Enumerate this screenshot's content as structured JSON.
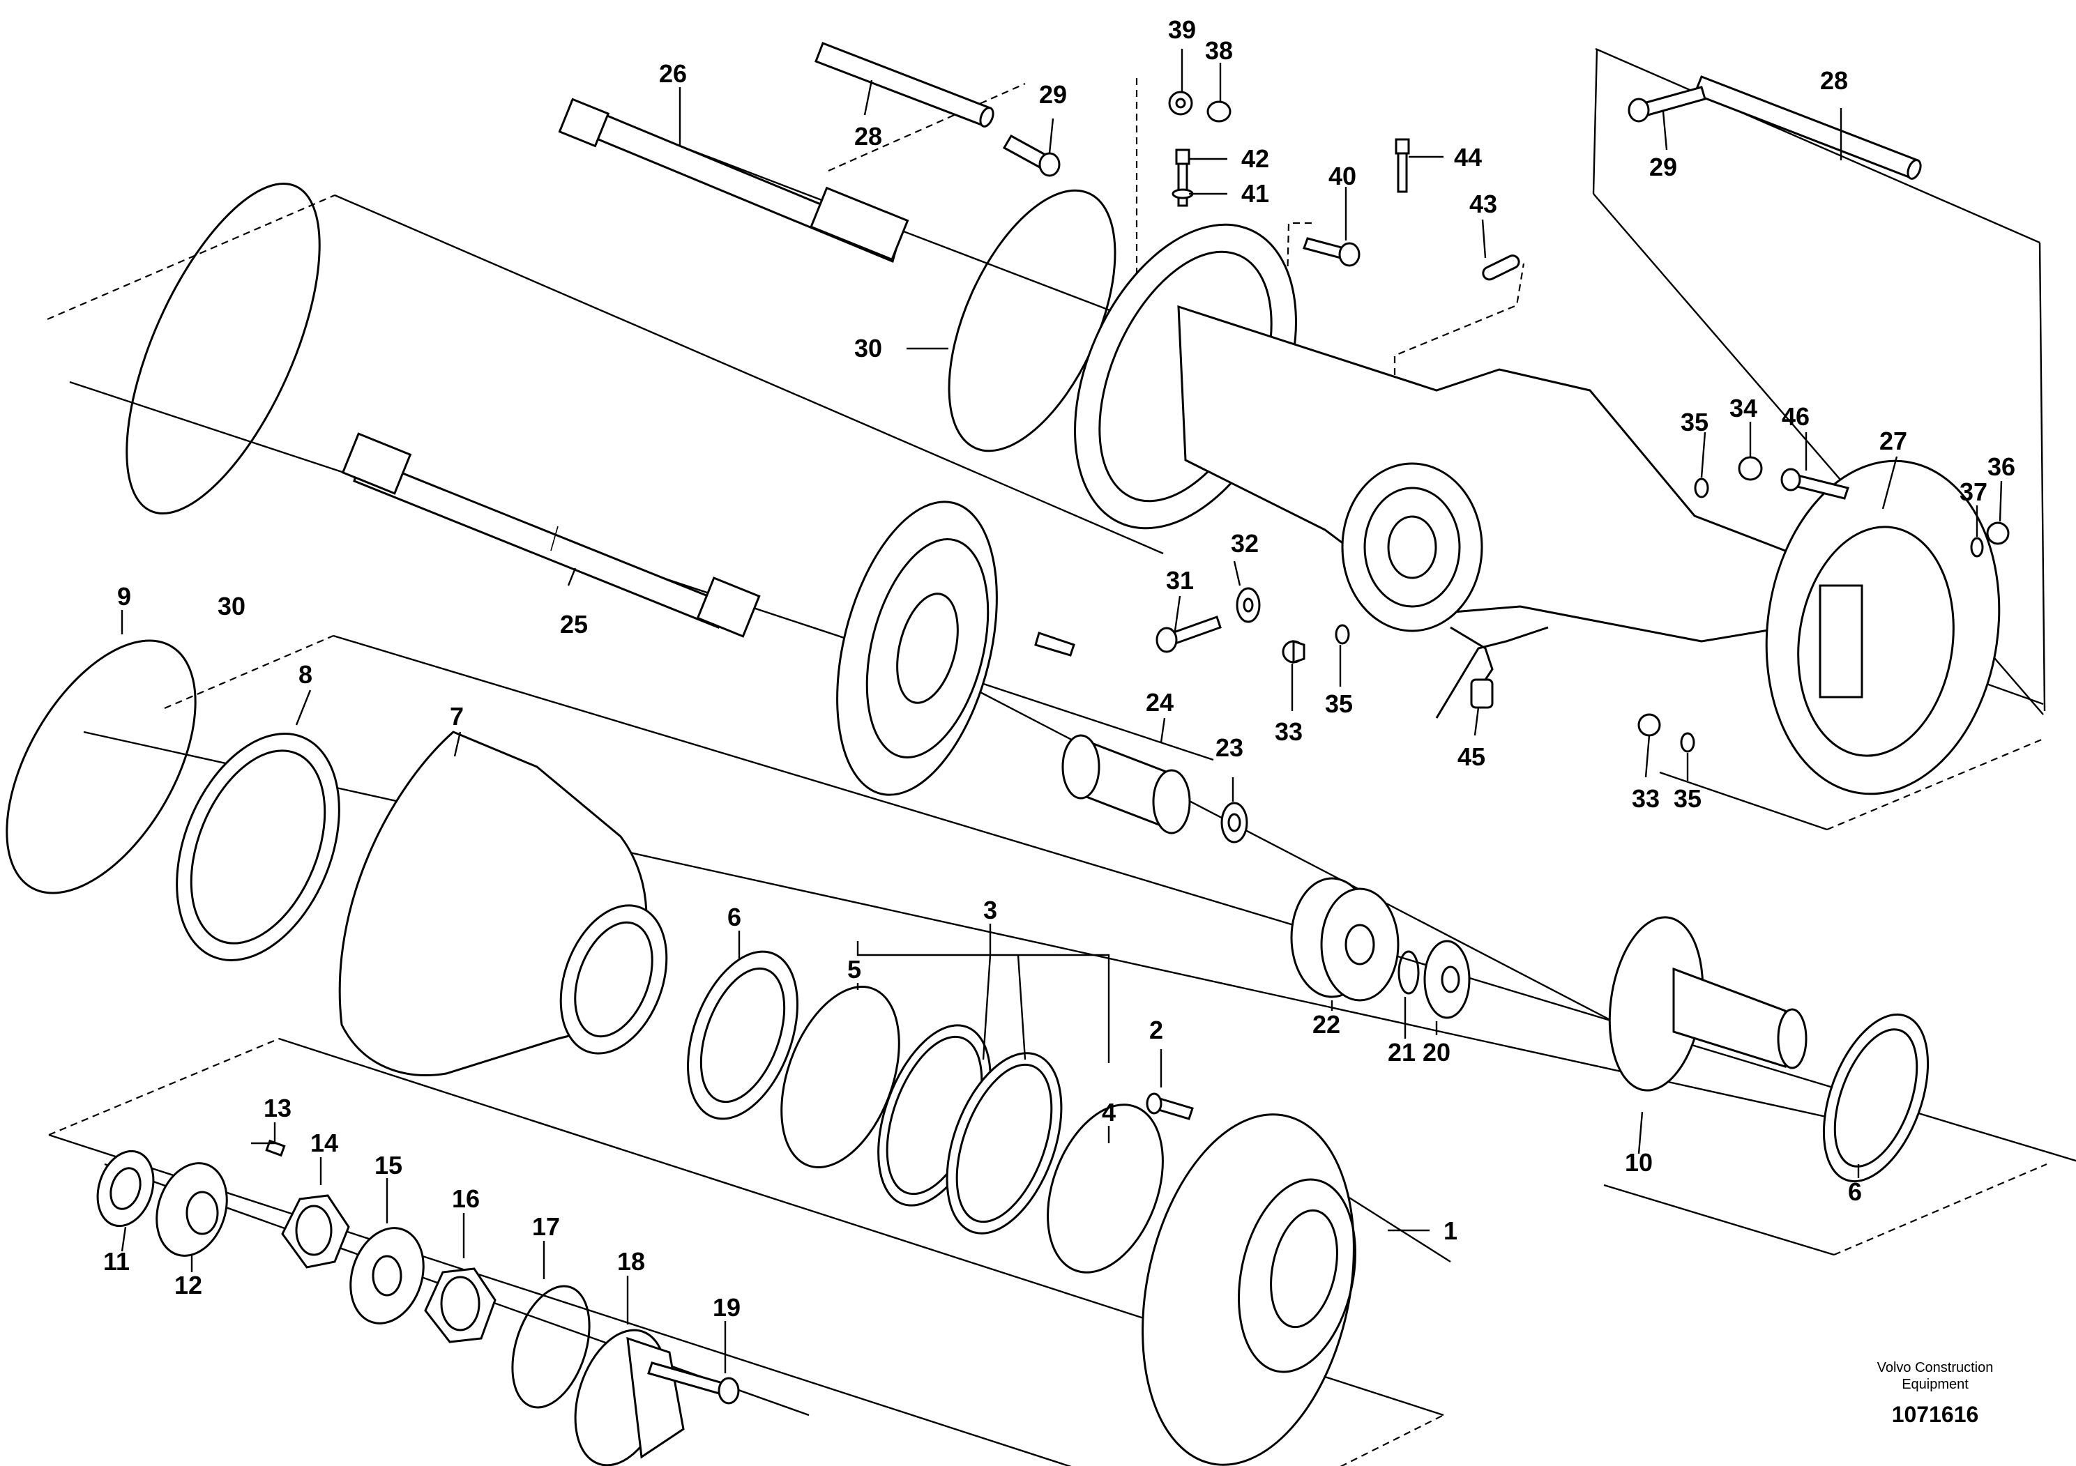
{
  "figure": {
    "brand_line1": "Volvo Construction",
    "brand_line2": "Equipment",
    "doc_number": "1071616"
  },
  "callouts": [
    "1",
    "2",
    "3",
    "4",
    "5",
    "6",
    "6",
    "7",
    "8",
    "9",
    "10",
    "11",
    "12",
    "13",
    "14",
    "15",
    "16",
    "17",
    "18",
    "19",
    "20",
    "21",
    "22",
    "23",
    "24",
    "25",
    "26",
    "27",
    "28",
    "28",
    "29",
    "29",
    "30",
    "30",
    "31",
    "32",
    "33",
    "33",
    "34",
    "35",
    "35",
    "35",
    "36",
    "37",
    "38",
    "39",
    "40",
    "41",
    "42",
    "43",
    "44",
    "45",
    "46"
  ]
}
